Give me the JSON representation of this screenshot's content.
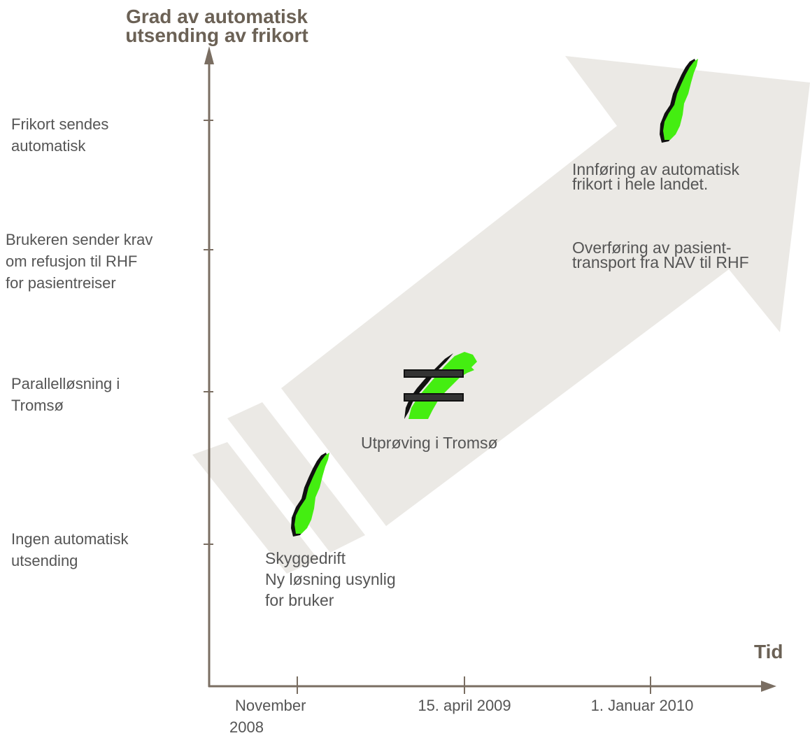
{
  "y_axis": {
    "title_line1": "Grad av automatisk",
    "title_line2": "utsending av frikort",
    "levels": [
      {
        "line1": "Frikort sendes",
        "line2": "automatisk",
        "line3": ""
      },
      {
        "line1": "Brukeren sender krav",
        "line2": "om refusjon til RHF",
        "line3": "for pasientreiser"
      },
      {
        "line1": "Parallelløsning i",
        "line2": "Tromsø",
        "line3": ""
      },
      {
        "line1": "Ingen automatisk",
        "line2": "utsending",
        "line3": ""
      }
    ]
  },
  "x_axis": {
    "title": "Tid",
    "ticks": [
      {
        "line1": "November",
        "line2": "2008"
      },
      {
        "line1": "15. april 2009",
        "line2": ""
      },
      {
        "line1": "1. Januar 2010",
        "line2": ""
      }
    ]
  },
  "stages": {
    "shadow": {
      "line1": "Skyggedrift",
      "line2": "Ny løsning usynlig",
      "line3": "for bruker"
    },
    "pilot": {
      "line1": "Utprøving i Tromsø"
    },
    "national": {
      "line1": "Innføring av automatisk",
      "line2": "frikort i hele landet."
    },
    "transfer": {
      "line1": "Overføring av pasient-",
      "line2": "transport fra NAV til RHF"
    }
  },
  "colors": {
    "axis": "#7a6e62",
    "arrow_fill": "#ebe9e5",
    "map_green": "#44ee11",
    "map_outline": "#111111",
    "text": "#555555",
    "title": "#6b6155"
  },
  "icons": [
    "norway-map-icon",
    "tromso-map-icon",
    "equals-icon"
  ]
}
